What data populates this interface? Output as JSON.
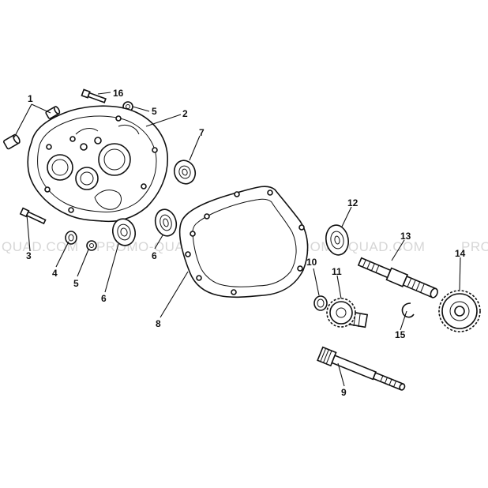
{
  "watermarks": [
    "QUAD.COM",
    "PROMO-QUAD.COM",
    "PROMO-QUAD.COM",
    "PRO"
  ],
  "callouts": [
    "1",
    "16",
    "5",
    "2",
    "7",
    "3",
    "4",
    "5",
    "6",
    "6",
    "8",
    "12",
    "13",
    "14",
    "10",
    "11",
    "15",
    "9"
  ]
}
